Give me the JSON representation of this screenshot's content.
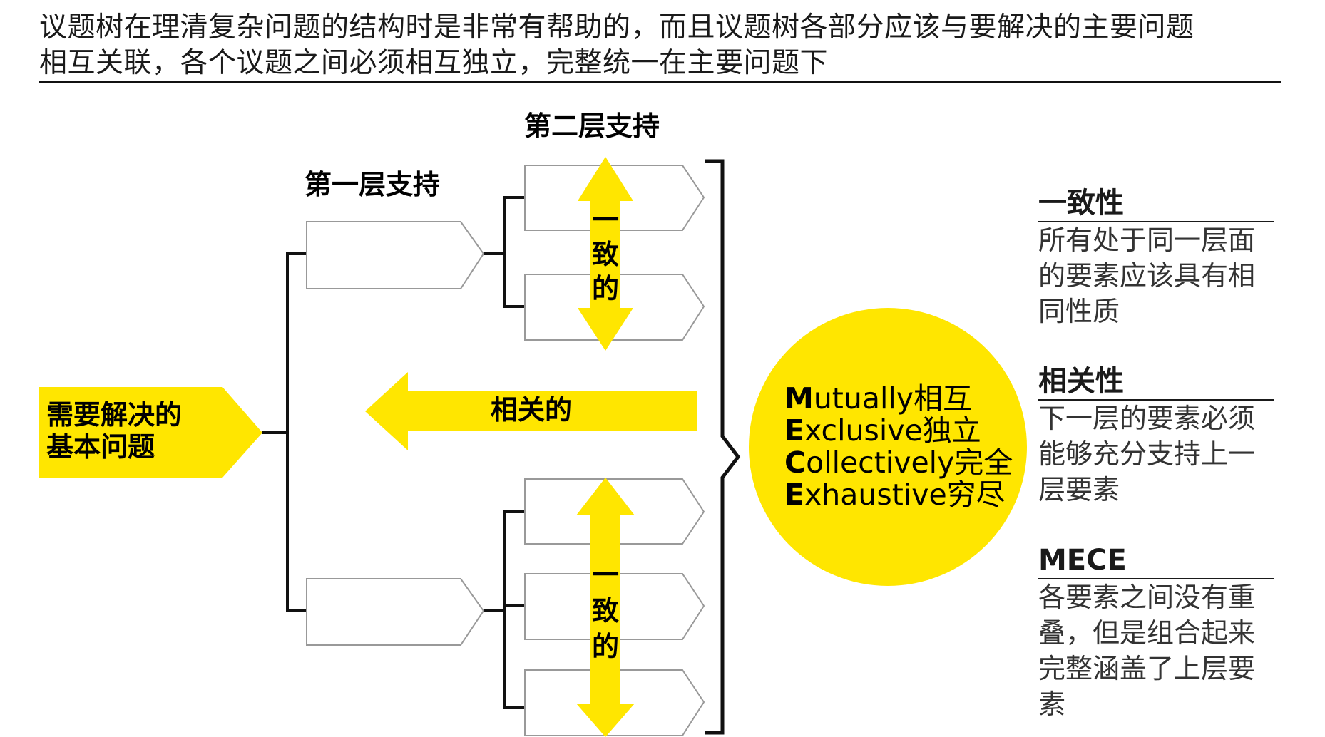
{
  "header": {
    "line1": "议题树在理清复杂问题的结构时是非常有帮助的，而且议题树各部分应该与要解决的主要问题",
    "line2": "相互关联，各个议题之间必须相互独立，完整统一在主要问题下"
  },
  "diagram": {
    "root_line1": "需要解决的",
    "root_line2": "基本问题",
    "level1_label": "第一层支持",
    "level2_label": "第二层支持",
    "relevance_arrow_label": "相关的",
    "consistency_top": [
      "一",
      "致",
      "的"
    ],
    "consistency_bottom": [
      "一",
      "致",
      "的"
    ],
    "mece": [
      {
        "cap": "M",
        "rest": "utually相互"
      },
      {
        "cap": "E",
        "rest": "xclusive独立"
      },
      {
        "cap": "C",
        "rest": "ollectively完全"
      },
      {
        "cap": "E",
        "rest": "xhaustive穷尽"
      }
    ],
    "colors": {
      "accent": "#FFE600",
      "outline": "#999999",
      "line": "#111111"
    }
  },
  "sidebar": {
    "consistency": {
      "title": "一致性",
      "lines": [
        "所有处于同一层面",
        "的要素应该具有相",
        "同性质"
      ]
    },
    "relevance": {
      "title": "相关性",
      "lines": [
        "下一层的要素必须",
        "能够充分支持上一",
        "层要素"
      ]
    },
    "mece": {
      "title": "MECE",
      "lines": [
        "各要素之间没有重",
        "叠，但是组合起来",
        "完整涵盖了上层要",
        "素"
      ]
    }
  }
}
